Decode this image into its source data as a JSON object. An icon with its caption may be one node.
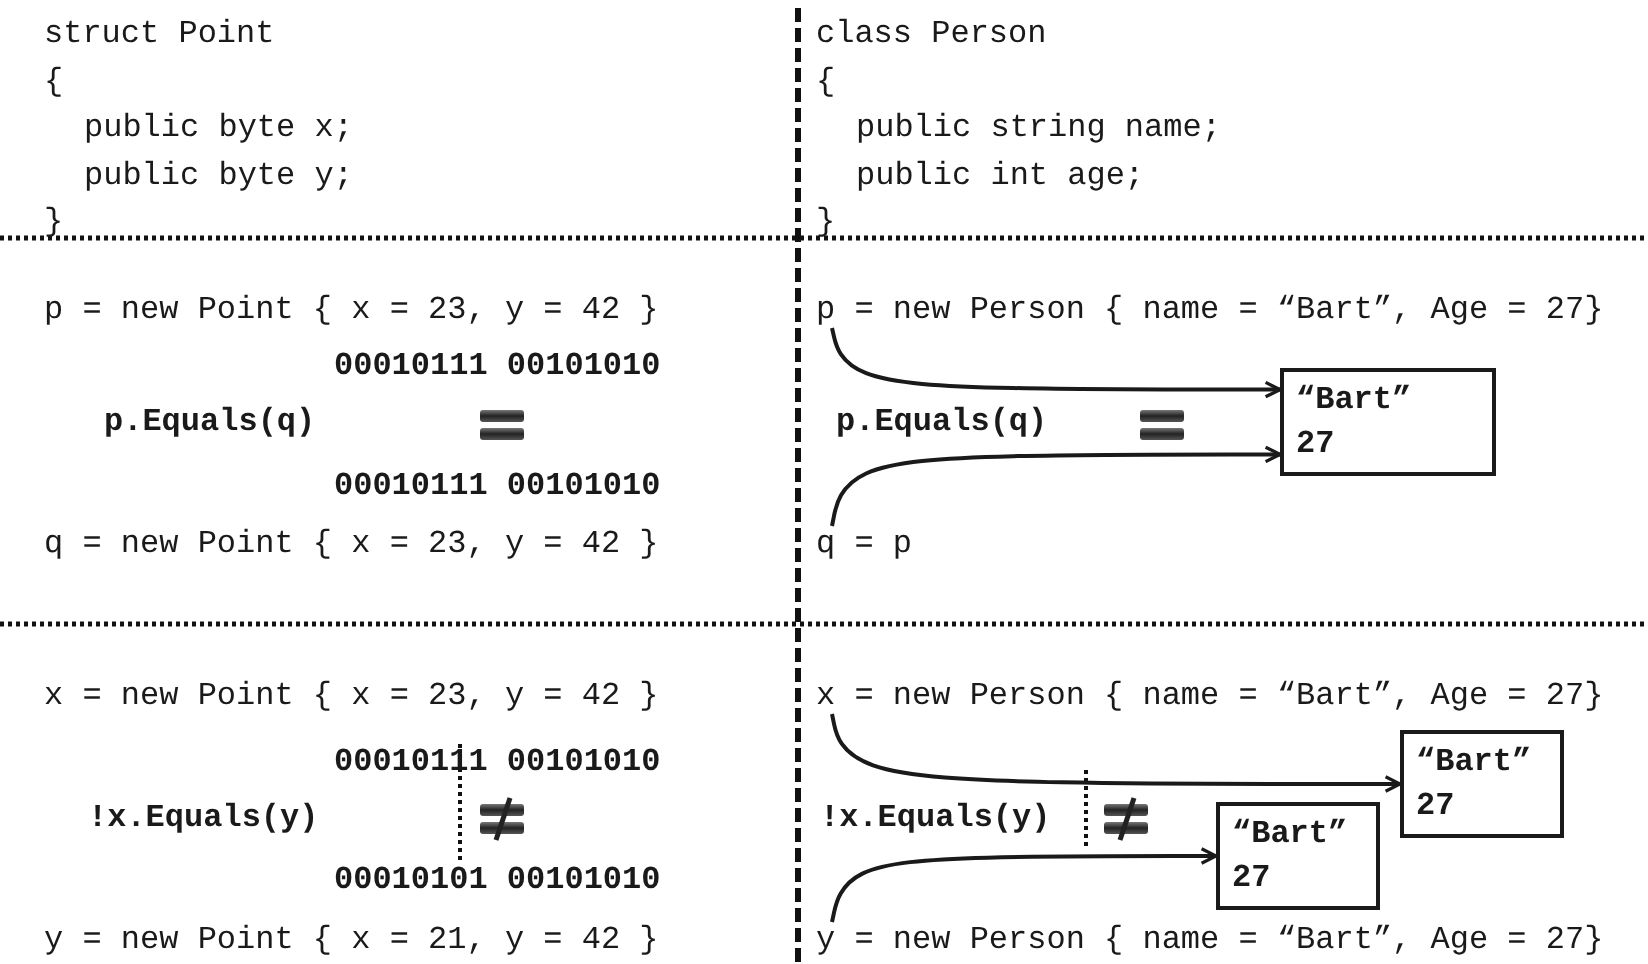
{
  "diagram": {
    "nodes": [
      {
        "text": [
          "p = new Person { name = “Bart”, Age = 27}"
        ]
      },
      {
        "text": [
          "q = p"
        ]
      },
      {
        "text": [
          "“Bart”",
          "27"
        ]
      },
      {
        "text": [
          "x = new Person { name = “Bart”, Age = 27}"
        ]
      },
      {
        "text": [
          "y = new Person { name = “Bart”, Age = 27}"
        ]
      },
      {
        "text": [
          "“Bart”",
          "27"
        ]
      },
      {
        "text": [
          "“Bart”",
          "27"
        ]
      }
    ],
    "edges": [
      {
        "from": 0,
        "to": 2,
        "arrow": "to"
      },
      {
        "from": 1,
        "to": 2,
        "arrow": "to"
      },
      {
        "from": 3,
        "to": 5,
        "arrow": "to"
      },
      {
        "from": 4,
        "to": 6,
        "arrow": "to"
      }
    ],
    "labels": [
      "struct Point",
      "{",
      "public byte x;",
      "public byte y;",
      "}",
      "class Person",
      "{",
      "public string name;",
      "public int age;",
      "}",
      "p = new Point { x = 23, y = 42 }",
      "00010111 00101010",
      "p.Equals(q)",
      "00010111 00101010",
      "q = new Point { x = 23, y = 42 }",
      "p.Equals(q)",
      "x = new Point { x = 23, y = 42 }",
      "00010111 00101010",
      "!x.Equals(y)",
      "00010101 00101010",
      "y = new Point { x = 21, y = 42 }",
      "!x.Equals(y)"
    ]
  }
}
